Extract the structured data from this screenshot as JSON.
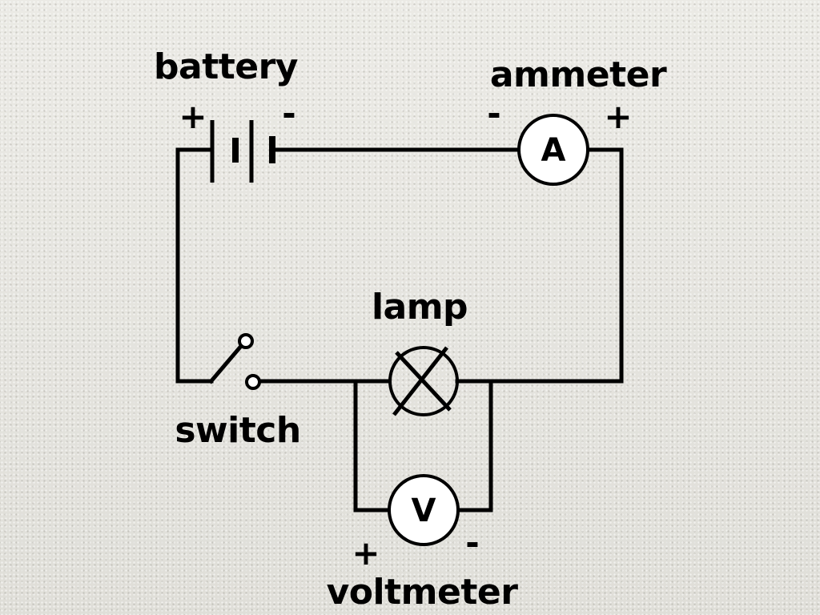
{
  "labels": {
    "battery": "battery",
    "ammeter": "ammeter",
    "lamp": "lamp",
    "switch": "switch",
    "voltmeter": "voltmeter"
  },
  "polarity": {
    "battery_positive": "+",
    "battery_negative": "-",
    "ammeter_negative": "-",
    "ammeter_positive": "+",
    "voltmeter_positive": "+",
    "voltmeter_negative": "-"
  },
  "meters": {
    "ammeter_symbol": "A",
    "voltmeter_symbol": "V"
  },
  "colors": {
    "wire": "#000000",
    "meter_fill": "#ffffff",
    "background": "#e4e3dd"
  }
}
